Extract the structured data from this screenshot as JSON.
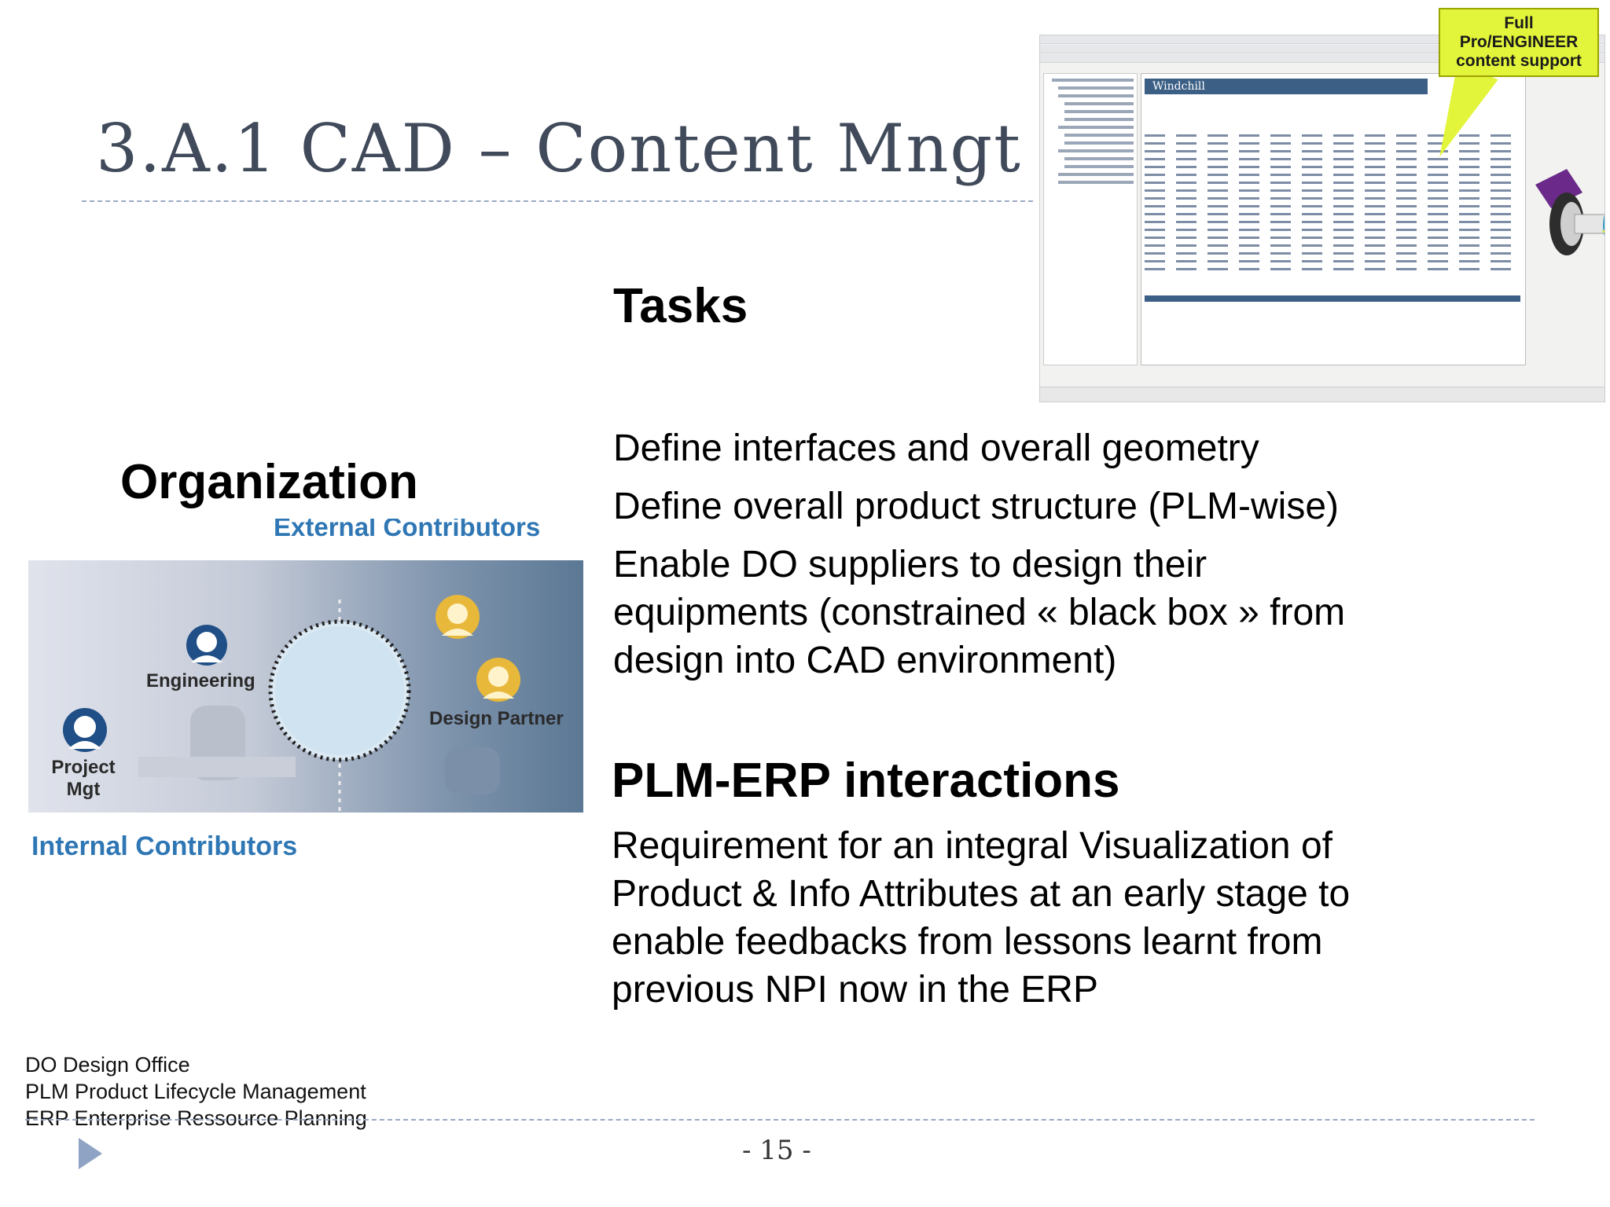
{
  "slide": {
    "title": "3.A.1 CAD – Content Mngt",
    "page_number": "- 15 -"
  },
  "screenshot": {
    "app_name": "Windchill",
    "callout": [
      "Full",
      "Pro/ENGINEER",
      "content support"
    ]
  },
  "tasks": {
    "heading": "Tasks",
    "items": [
      "Define interfaces and overall geometry",
      "Define overall product structure (PLM-wise)",
      "Enable DO suppliers to design their equipments (constrained « black box » from design into CAD environment)"
    ]
  },
  "organization": {
    "heading": "Organization",
    "external_label": "External Contributors",
    "internal_label": "Internal Contributors",
    "roles": [
      "Engineering",
      "Design Partner",
      "Project Mgt"
    ]
  },
  "plm_erp": {
    "heading": "PLM-ERP interactions",
    "text": "Requirement for an integral Visualization of Product & Info Attributes at an early stage to enable feedbacks from lessons learnt from previous NPI now in the ERP"
  },
  "footnotes": [
    "DO Design Office",
    "PLM Product Lifecycle Management",
    "ERP Enterprise Ressource Planning"
  ],
  "colors": {
    "title": "#404a5a",
    "contributors_label": "#2f77b4",
    "callout": "#e3f53a",
    "windchill_header": "#3c5f86",
    "person_icon_blue": "#1f4f86",
    "person_icon_gold": "#e8b83a"
  }
}
